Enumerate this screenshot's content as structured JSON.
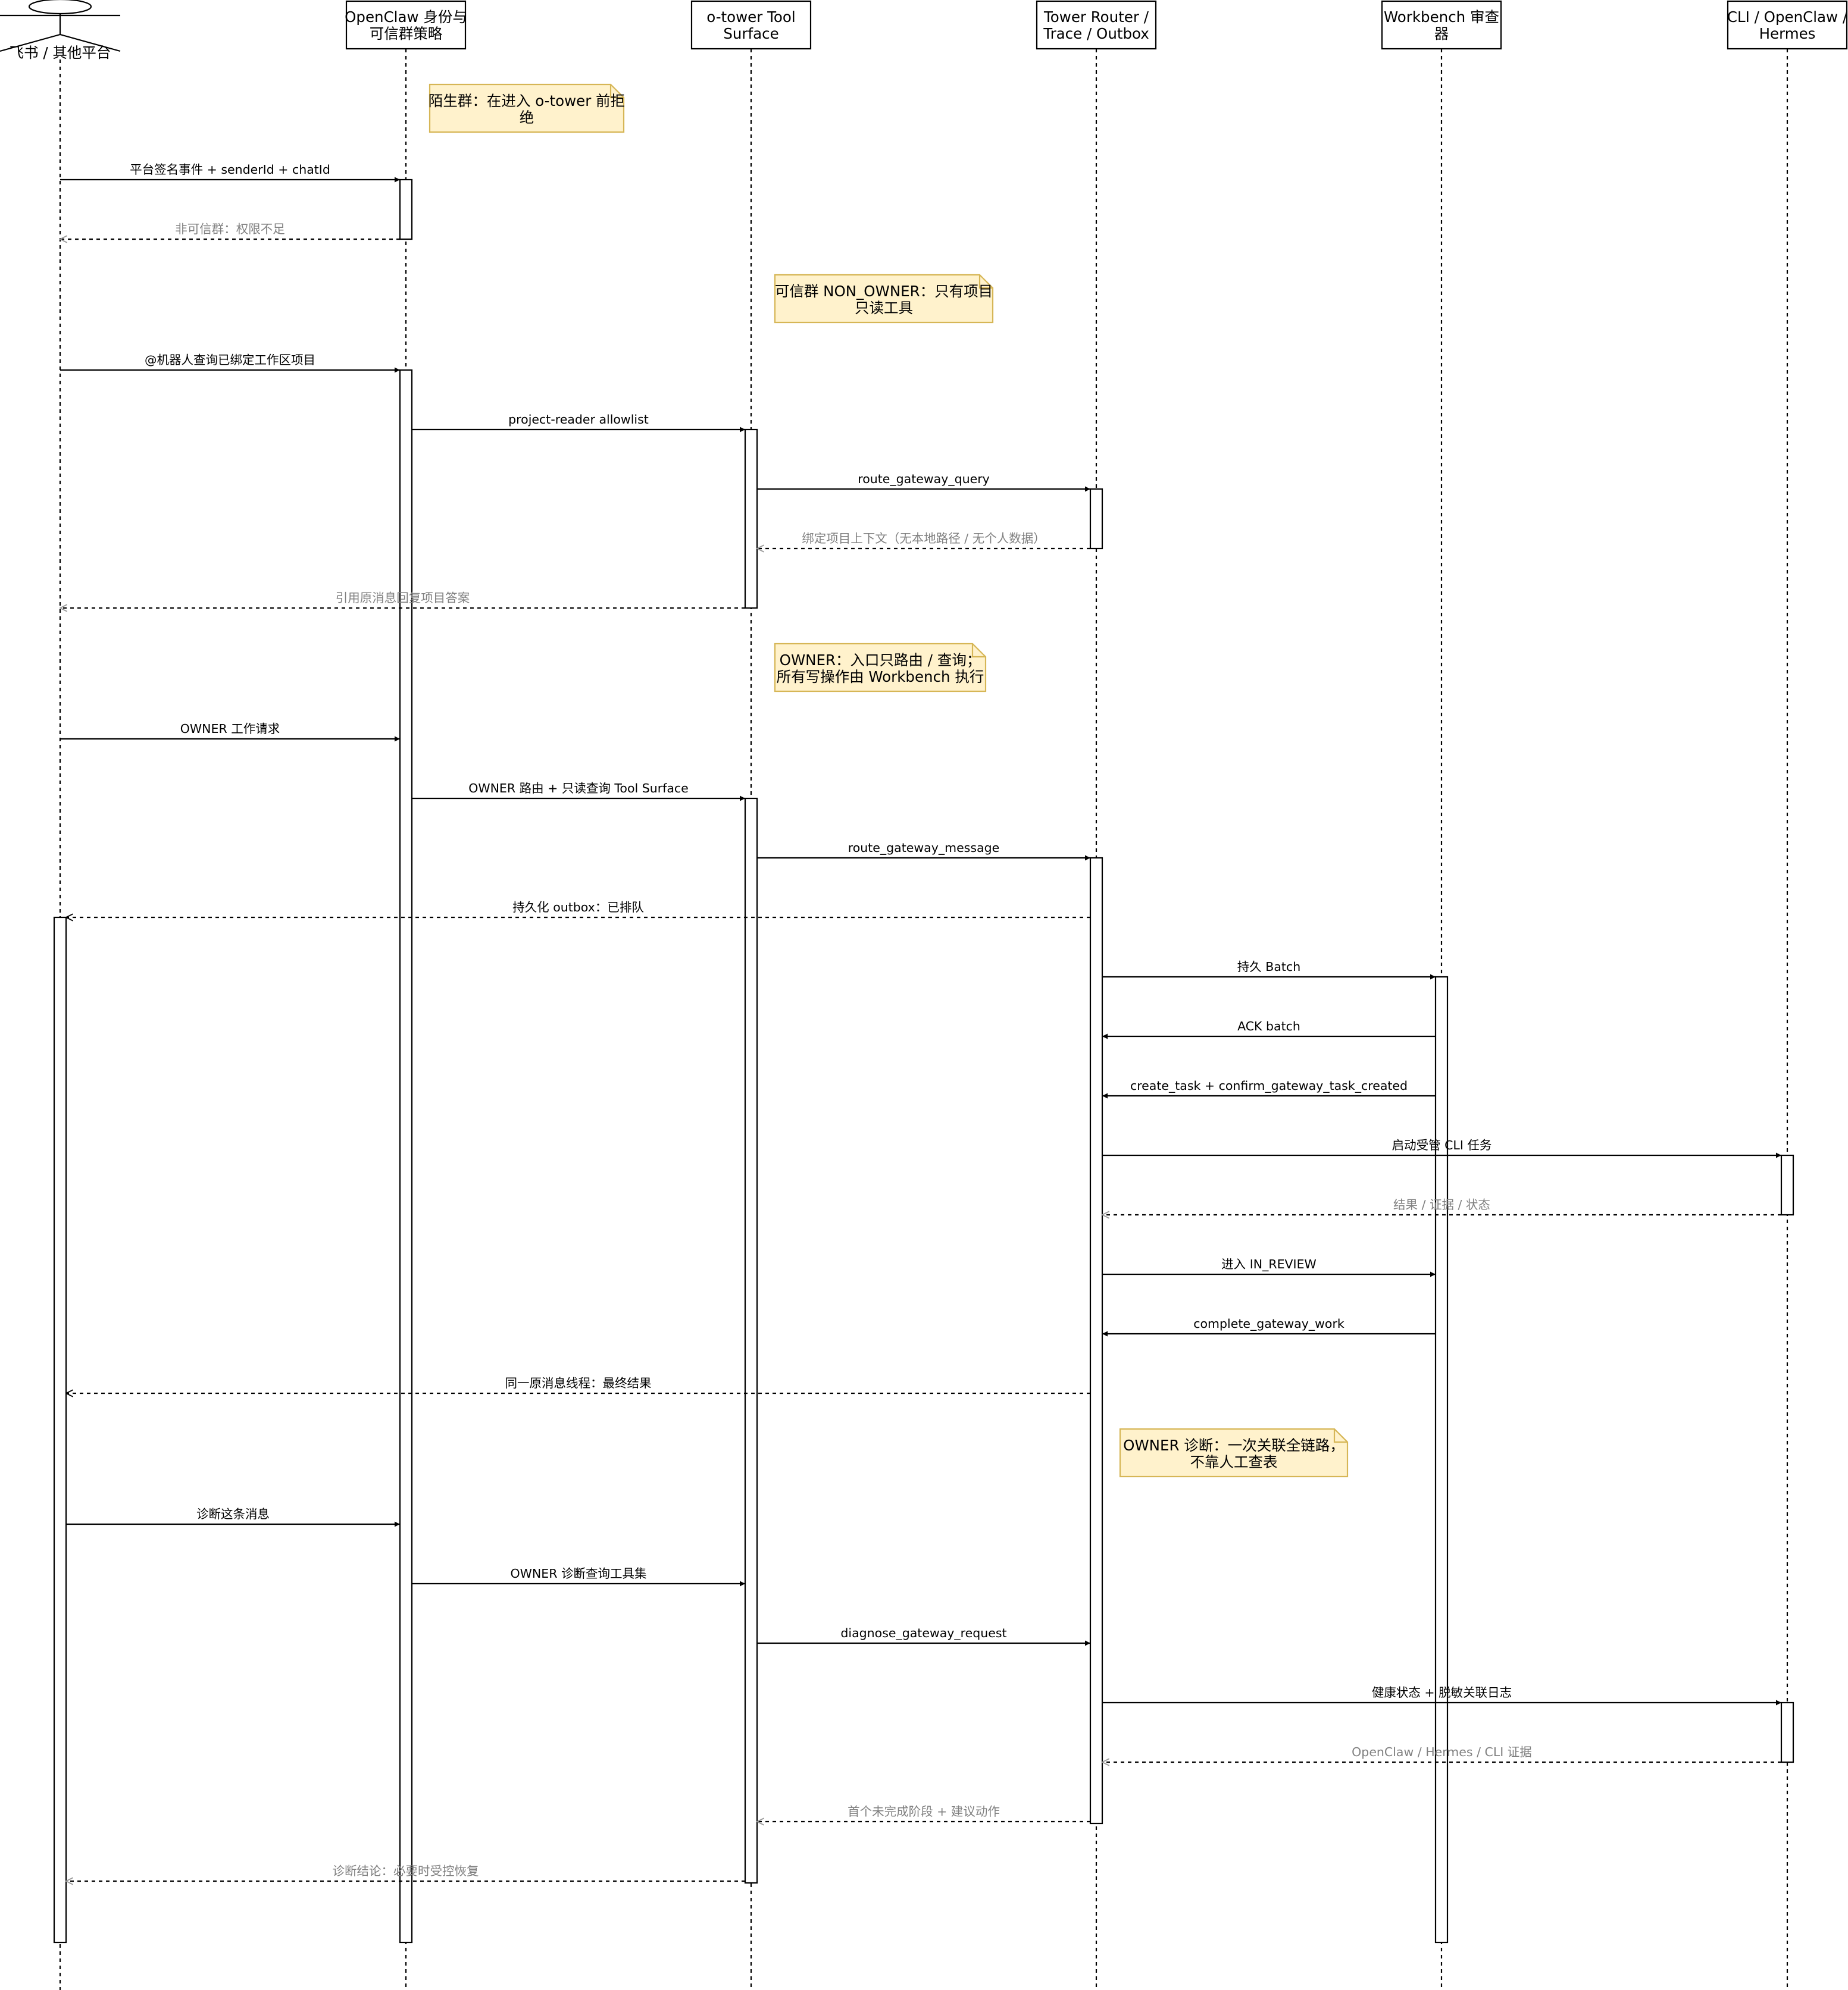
{
  "colors": {
    "line": "#000000",
    "muted_text": "#808080",
    "muted_line": "#999999",
    "note_fill": "#fff2cc",
    "note_stroke": "#d6b656"
  },
  "actor": {
    "icon": "stick-figure-icon",
    "label": "飞书 / 其他平台"
  },
  "participants": [
    {
      "id": "openclaw",
      "lines": [
        "OpenClaw 身份与",
        "可信群策略"
      ]
    },
    {
      "id": "tool",
      "lines": [
        "o-tower Tool",
        "Surface"
      ]
    },
    {
      "id": "router",
      "lines": [
        "Tower Router /",
        "Trace / Outbox"
      ]
    },
    {
      "id": "workbench",
      "lines": [
        "Workbench 审查",
        "器"
      ]
    },
    {
      "id": "cli",
      "lines": [
        "CLI / OpenClaw /",
        "Hermes"
      ]
    }
  ],
  "notes": [
    {
      "lines": [
        "陌生群：在进入 o-tower 前拒",
        "绝"
      ]
    },
    {
      "lines": [
        "可信群 NON_OWNER：只有项目",
        "只读工具"
      ]
    },
    {
      "lines": [
        "OWNER：入口只路由 / 查询；",
        "所有写操作由 Workbench 执行"
      ]
    },
    {
      "lines": [
        "OWNER 诊断：一次关联全链路，",
        "不靠人工查表"
      ]
    }
  ],
  "messages": [
    {
      "from": "actor",
      "to": "openclaw",
      "kind": "call",
      "label": "平台签名事件 + senderId + chatId"
    },
    {
      "from": "openclaw",
      "to": "actor",
      "kind": "reply-muted",
      "label": "非可信群：权限不足"
    },
    {
      "from": "actor",
      "to": "openclaw",
      "kind": "call",
      "label": "@机器人查询已绑定工作区项目"
    },
    {
      "from": "openclaw",
      "to": "tool",
      "kind": "call",
      "label": "project-reader allowlist"
    },
    {
      "from": "tool",
      "to": "router",
      "kind": "call",
      "label": "route_gateway_query"
    },
    {
      "from": "router",
      "to": "tool",
      "kind": "reply-muted",
      "label": "绑定项目上下文（无本地路径 / 无个人数据）"
    },
    {
      "from": "tool",
      "to": "actor",
      "kind": "reply-muted",
      "label": "引用原消息回复项目答案"
    },
    {
      "from": "actor",
      "to": "openclaw",
      "kind": "call",
      "label": "OWNER 工作请求"
    },
    {
      "from": "openclaw",
      "to": "tool",
      "kind": "call",
      "label": "OWNER 路由 + 只读查询 Tool Surface"
    },
    {
      "from": "tool",
      "to": "router",
      "kind": "call",
      "label": "route_gateway_message"
    },
    {
      "from": "router",
      "to": "actor",
      "kind": "reply",
      "label": "持久化 outbox：已排队"
    },
    {
      "from": "router",
      "to": "workbench",
      "kind": "call",
      "label": "持久 Batch"
    },
    {
      "from": "workbench",
      "to": "router",
      "kind": "call",
      "label": "ACK batch"
    },
    {
      "from": "workbench",
      "to": "router",
      "kind": "call",
      "label": "create_task + confirm_gateway_task_created"
    },
    {
      "from": "router",
      "to": "cli",
      "kind": "call",
      "label": "启动受管 CLI 任务"
    },
    {
      "from": "cli",
      "to": "router",
      "kind": "reply-muted",
      "label": "结果 / 证据 / 状态"
    },
    {
      "from": "router",
      "to": "workbench",
      "kind": "call",
      "label": "进入 IN_REVIEW"
    },
    {
      "from": "workbench",
      "to": "router",
      "kind": "call",
      "label": "complete_gateway_work"
    },
    {
      "from": "router",
      "to": "actor",
      "kind": "reply",
      "label": "同一原消息线程：最终结果"
    },
    {
      "from": "actor",
      "to": "openclaw",
      "kind": "call",
      "label": "诊断这条消息"
    },
    {
      "from": "openclaw",
      "to": "tool",
      "kind": "call",
      "label": "OWNER 诊断查询工具集"
    },
    {
      "from": "tool",
      "to": "router",
      "kind": "call",
      "label": "diagnose_gateway_request"
    },
    {
      "from": "router",
      "to": "cli",
      "kind": "call",
      "label": "健康状态 + 脱敏关联日志"
    },
    {
      "from": "cli",
      "to": "router",
      "kind": "reply-muted",
      "label": "OpenClaw / Hermes / CLI 证据"
    },
    {
      "from": "router",
      "to": "tool",
      "kind": "reply-muted",
      "label": "首个未完成阶段 + 建议动作"
    },
    {
      "from": "tool",
      "to": "actor",
      "kind": "reply-muted",
      "label": "诊断结论：必要时受控恢复"
    }
  ]
}
